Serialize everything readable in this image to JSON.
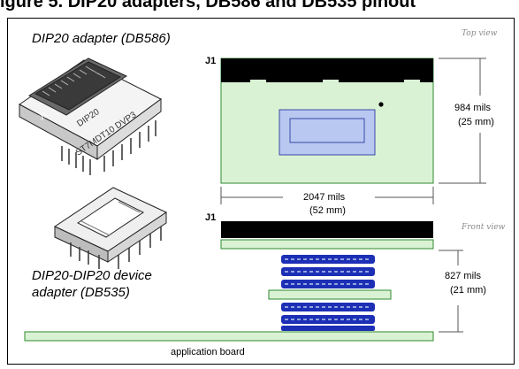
{
  "header": {
    "title": "igure 5.  DIP20 adapters, DB586 and DB535 pinout"
  },
  "labels": {
    "dip20_adapter": "DIP20 adapter (DB586)",
    "device_adapter_line1": "DIP20-DIP20 device",
    "device_adapter_line2": "adapter (DB535)",
    "top_view": "Top view",
    "front_view": "Front view",
    "connector_top": "J1",
    "connector_front": "J1",
    "height_mils": "984 mils",
    "height_mm": "(25 mm)",
    "width_mils": "2047 mils",
    "width_mm": "(52 mm)",
    "stack_mils": "827 mils",
    "stack_mm": "(21 mm)",
    "board": "application board",
    "pcb_text_1": "J1",
    "pcb_text_2": "DIP20",
    "pcb_text_3": "ST7MDT10 DVP3"
  },
  "colors": {
    "board_fill": "#d9f2d4",
    "board_stroke": "#2e8b2e",
    "chip_fill": "#b8c8f0",
    "chip_stroke": "#3a4aa8",
    "socket_blue": "#1c2fb5",
    "connector": "#000000"
  }
}
